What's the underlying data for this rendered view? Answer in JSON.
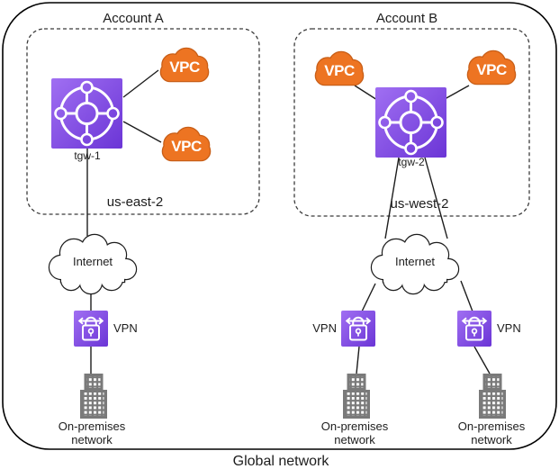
{
  "diagram": {
    "global_network_label": "Global network",
    "accounts": [
      {
        "title": "Account A",
        "region": "us-east-2",
        "tgw_label": "tgw-1",
        "vpcs": [
          "VPC",
          "VPC"
        ]
      },
      {
        "title": "Account B",
        "region": "us-west-2",
        "tgw_label": "tgw-2",
        "vpcs": [
          "VPC",
          "VPC"
        ]
      }
    ],
    "internet_labels": [
      "Internet",
      "Internet"
    ],
    "vpn_labels": [
      "VPN",
      "VPN",
      "VPN"
    ],
    "onprem_labels": [
      {
        "line1": "On-premises",
        "line2": "network"
      },
      {
        "line1": "On-premises",
        "line2": "network"
      },
      {
        "line1": "On-premises",
        "line2": "network"
      }
    ]
  },
  "icons": {
    "transit_gateway": "transit-gateway-icon",
    "vpc": "vpc-cloud-icon",
    "internet": "internet-cloud-icon",
    "vpn": "vpn-lock-icon",
    "on_premises": "building-icon"
  },
  "colors": {
    "aws_purple_gradient_start": "#A06FF2",
    "aws_purple_gradient_end": "#6B35D6",
    "vpc_orange": "#ED7422",
    "vpc_outline": "#C85E17",
    "building_gray": "#7A7A7A",
    "line_color": "#1D1D1D",
    "background": "#FFFFFF"
  }
}
